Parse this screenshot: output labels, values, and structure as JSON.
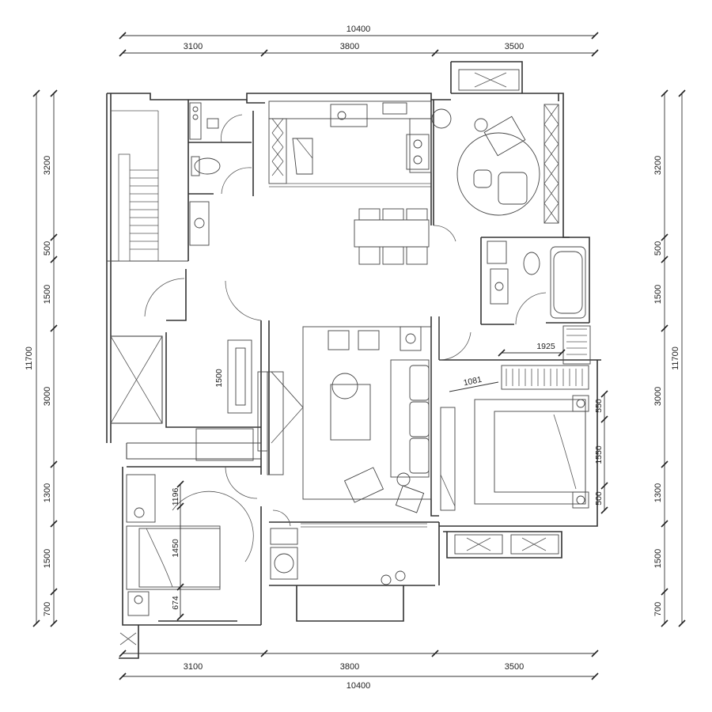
{
  "plan": {
    "top": {
      "total": "10400",
      "segments": [
        "3100",
        "3800",
        "3500"
      ]
    },
    "bottom": {
      "total": "10400",
      "segments": [
        "3100",
        "3800",
        "3500"
      ]
    },
    "left": {
      "total": "11700",
      "segments": [
        "3200",
        "500",
        "1500",
        "3000",
        "1300",
        "1500",
        "700"
      ]
    },
    "right": {
      "total": "11700",
      "segments": [
        "3200",
        "500",
        "1500",
        "3000",
        "1300",
        "1500",
        "700"
      ]
    },
    "interior": {
      "closet_width": "1925",
      "wardrobe_depth": "1081",
      "study_wardrobe": "1500",
      "master_bed_dims": [
        "550",
        "1550",
        "500"
      ],
      "second_bed_dims": [
        "1196",
        "1450",
        "674"
      ]
    }
  }
}
